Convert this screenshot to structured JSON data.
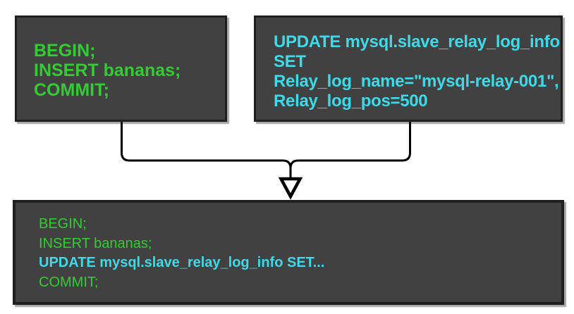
{
  "colors": {
    "green": "#33cc33",
    "cyan": "#3fd9e8",
    "box_fill": "#414141",
    "box_border": "#1f1f1f",
    "connector": "#000000",
    "arrow_fill": "#ffffff",
    "shadow": "#a6a6a6",
    "page_bg": "#ffffff"
  },
  "boxes": {
    "top_left": {
      "lines": [
        "BEGIN;",
        "INSERT bananas;",
        "COMMIT;"
      ]
    },
    "top_right": {
      "lines": [
        "UPDATE mysql.slave_relay_log_info",
        "SET",
        "Relay_log_name=\"mysql-relay-001\",",
        "Relay_log_pos=500"
      ]
    },
    "bottom": {
      "lines": [
        "BEGIN;",
        "INSERT bananas;",
        "UPDATE mysql.slave_relay_log_info SET...",
        "COMMIT;"
      ]
    }
  }
}
